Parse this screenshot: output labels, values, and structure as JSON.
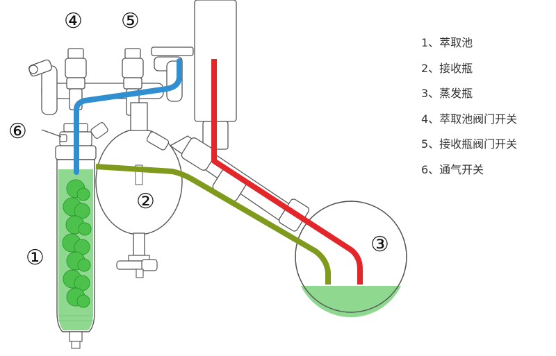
{
  "markers": {
    "m1": "①",
    "m2": "②",
    "m3": "③",
    "m4": "④",
    "m5": "⑤",
    "m6": "⑥"
  },
  "legend": [
    "1、萃取池",
    "2、接收瓶",
    "3、蒸发瓶",
    "4、萃取池阀门开关",
    "5、接收瓶阀门开关",
    "6、通气开关"
  ],
  "colors": {
    "blue_line": "#2f8fd0",
    "red_line": "#e3262a",
    "green_line": "#7f9a1c",
    "liquid": "#8fd88f",
    "plant": "#4cc24c",
    "glass_stroke": "#555555"
  }
}
